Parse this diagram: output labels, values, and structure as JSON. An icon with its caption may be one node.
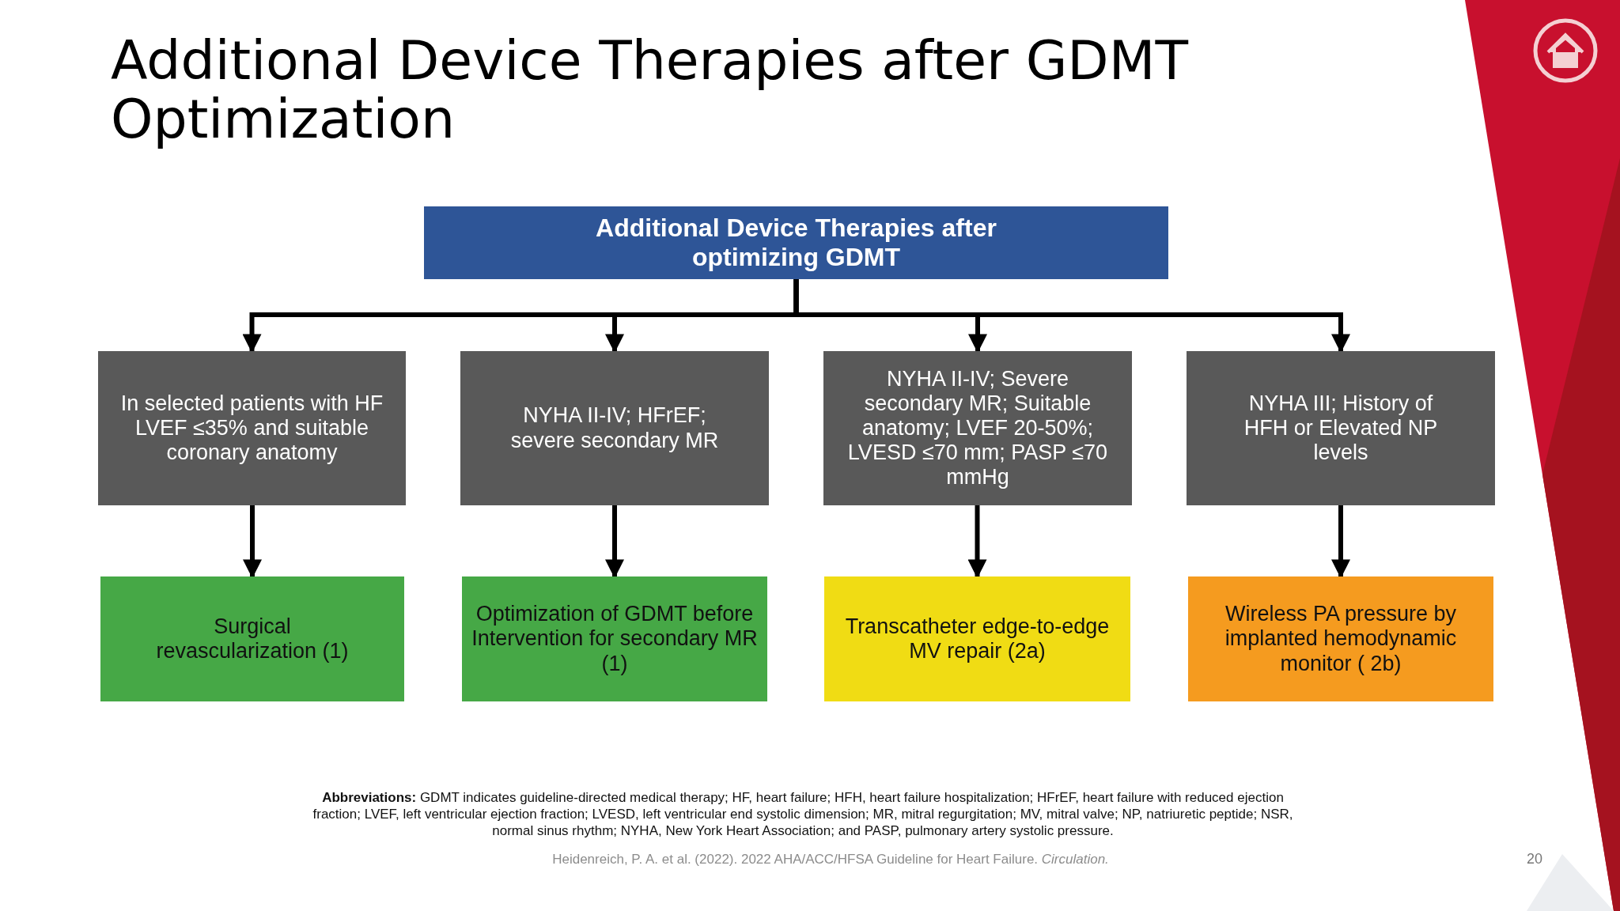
{
  "diagram": {
    "title": "Additional Device Therapies after GDMT Optimization",
    "nodes": [
      {
        "text": [
          "Additional Device Therapies after optimizing GDMT"
        ]
      },
      {
        "text": [
          "In selected patients with HF LVEF ≤35% and suitable coronary anatomy"
        ]
      },
      {
        "text": [
          "NYHA II-IV; HFrEF; severe secondary MR"
        ]
      },
      {
        "text": [
          "NYHA II-IV; Severe secondary MR; Suitable anatomy; LVEF 20-50%; LVESD ≤70 mm; PASP ≤70 mmHg"
        ]
      },
      {
        "text": [
          "NYHA III; History of HFH or Elevated NP levels"
        ]
      },
      {
        "text": [
          "Surgical revascularization (1)"
        ]
      },
      {
        "text": [
          "Optimization of GDMT before Intervention for secondary MR (1)"
        ]
      },
      {
        "text": [
          "Transcatheter edge-to-edge MV repair (2a)"
        ]
      },
      {
        "text": [
          "Wireless PA pressure by implanted hemodynamic monitor ( 2b)"
        ]
      }
    ],
    "edges": [
      {
        "from": 0,
        "to": 1,
        "arrow": "to"
      },
      {
        "from": 0,
        "to": 2,
        "arrow": "to"
      },
      {
        "from": 0,
        "to": 3,
        "arrow": "to"
      },
      {
        "from": 0,
        "to": 4,
        "arrow": "to"
      },
      {
        "from": 1,
        "to": 5,
        "arrow": "to"
      },
      {
        "from": 2,
        "to": 6,
        "arrow": "to"
      },
      {
        "from": 3,
        "to": 7,
        "arrow": "to"
      },
      {
        "from": 4,
        "to": 8,
        "arrow": "to"
      }
    ],
    "labels": [
      "**Abbreviations:** GDMT indicates guideline-directed medical therapy; HF, heart failure; HFH, heart failure hospitalization; HFrEF, heart failure with reduced ejection fraction; LVEF, left ventricular ejection fraction; LVESD, left ventricular end systolic dimension; MR, mitral regurgitation; MV, mitral valve; NP, natriuretic peptide; NSR, normal sinus rhythm; NYHA, New York Heart Association; and PASP, pulmonary artery systolic pressure.",
      "Heidenreich, P. A. et al. (2022). 2022 AHA/ACC/HFSA Guideline for Heart Failure. *Circulation.*",
      "20"
    ]
  }
}
